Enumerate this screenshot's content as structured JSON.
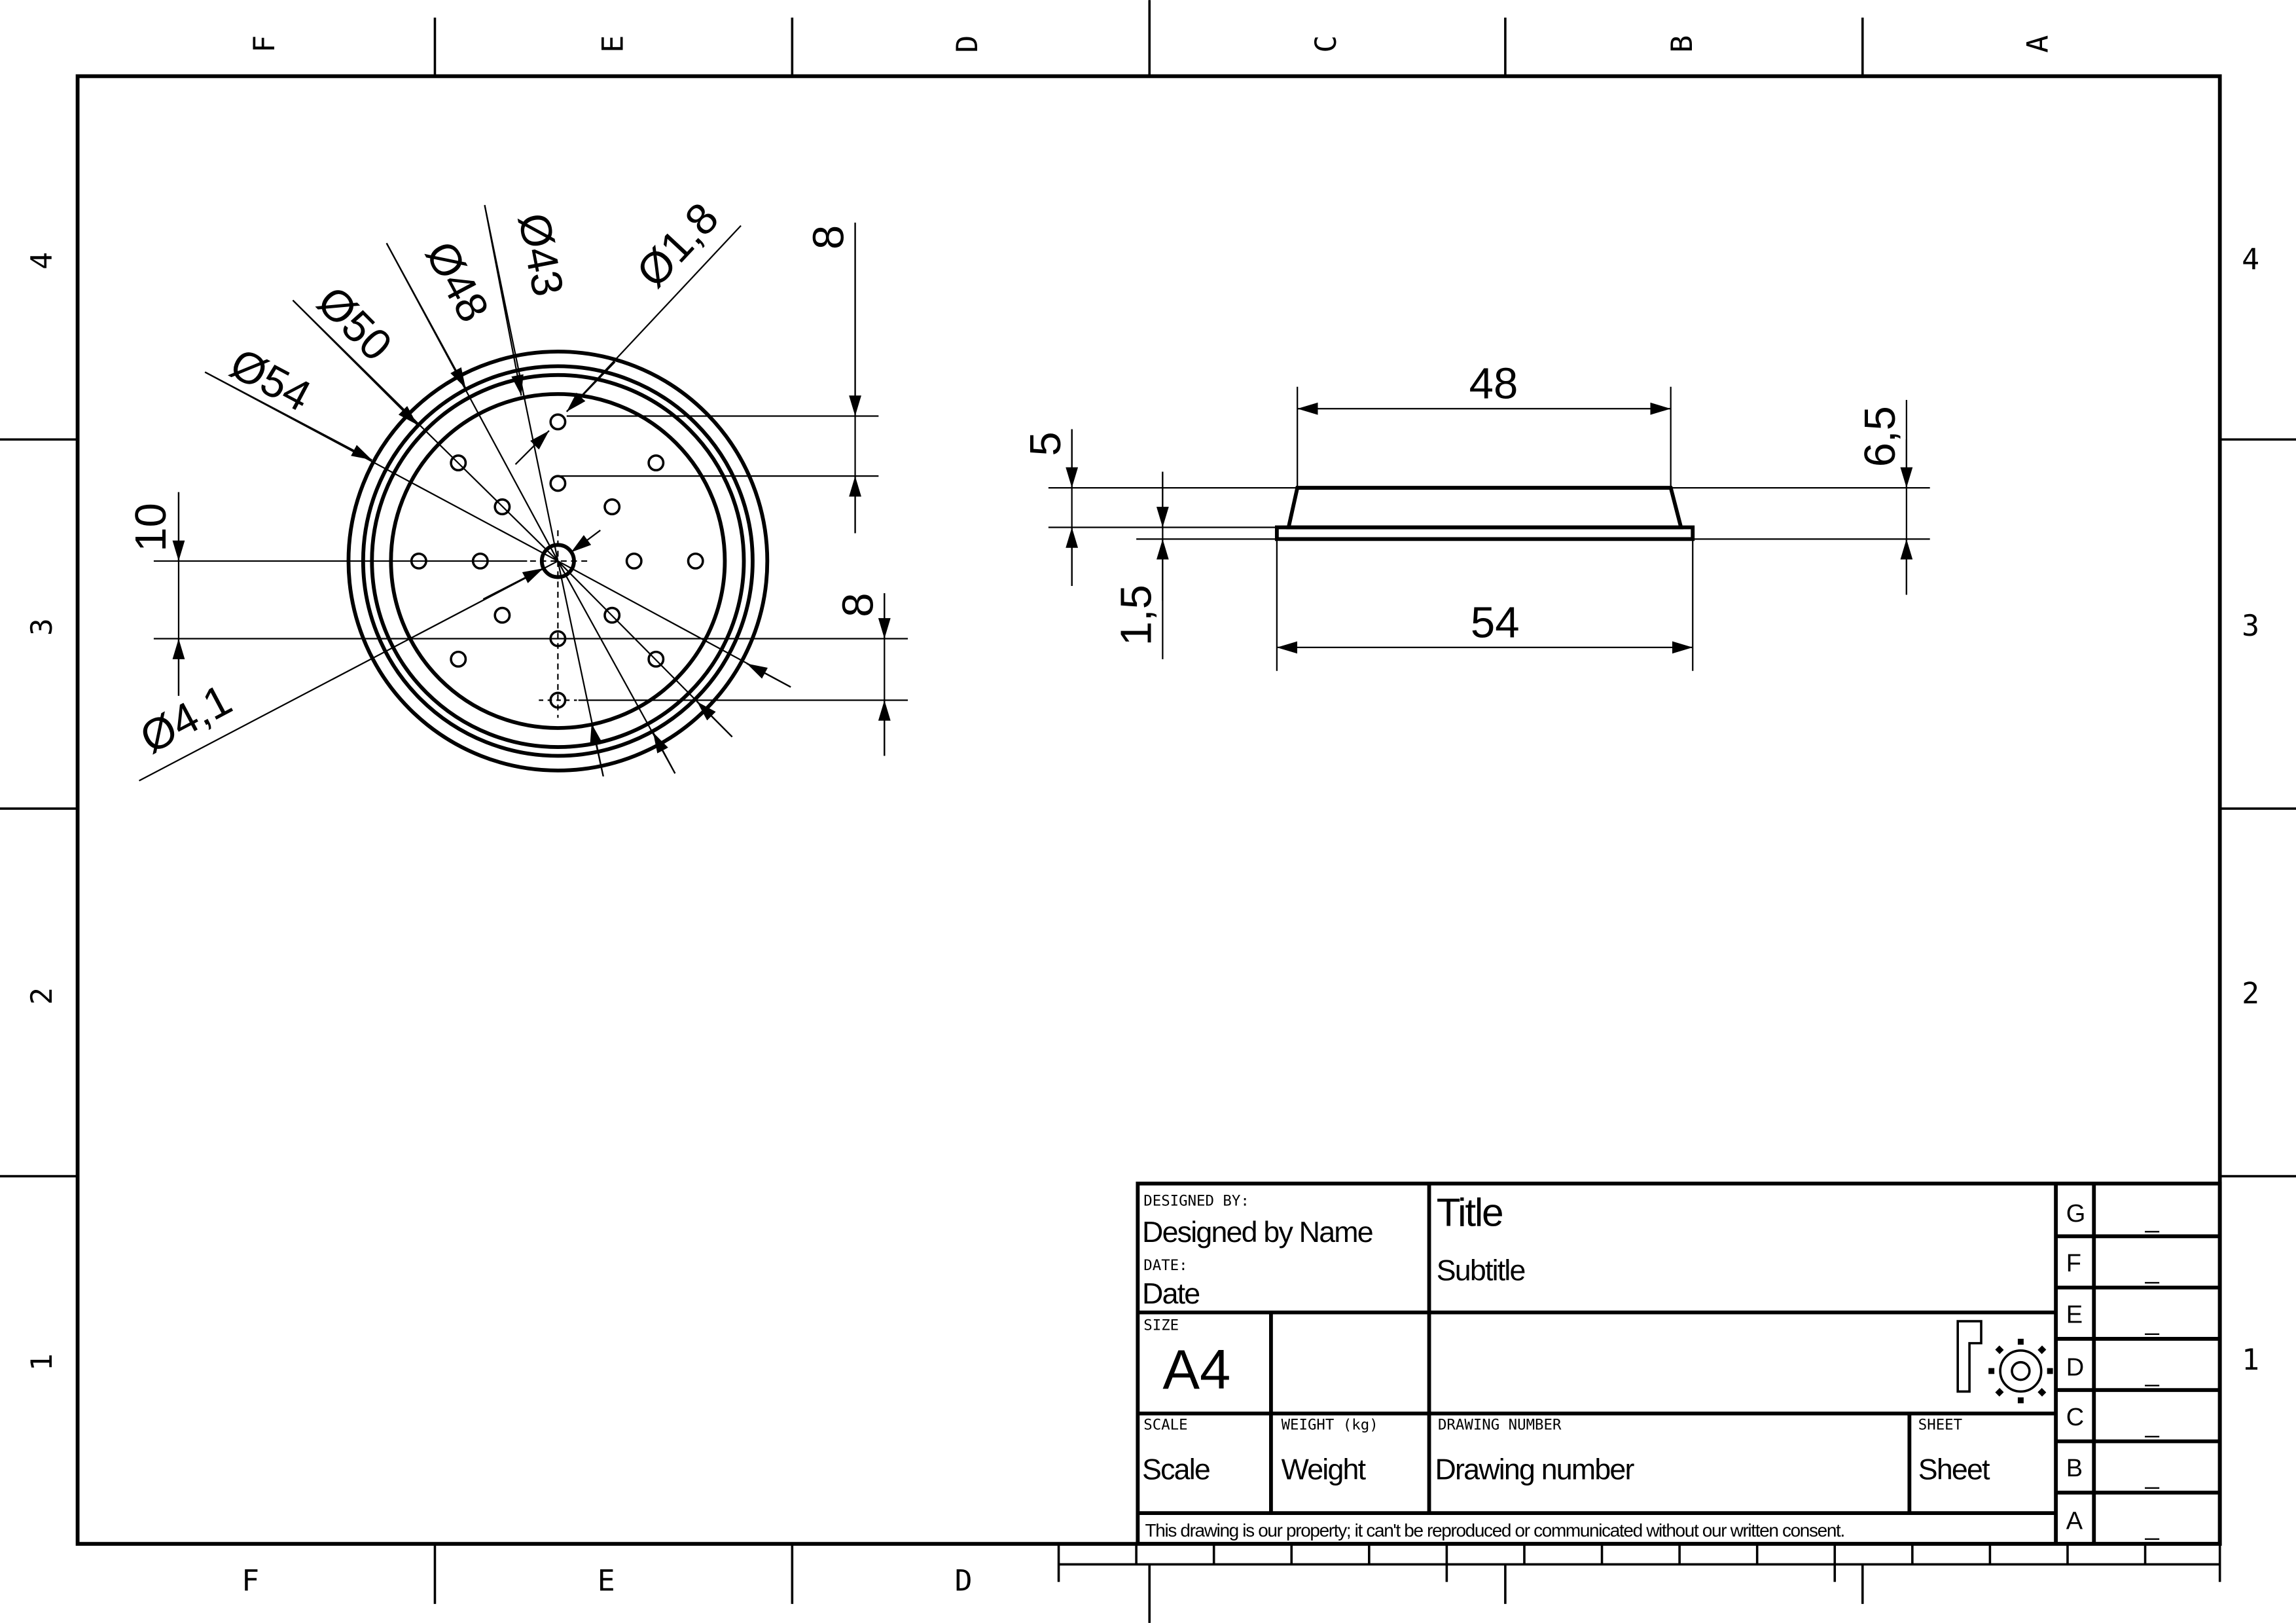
{
  "frame": {
    "zones_top": [
      "F",
      "E",
      "D",
      "C",
      "B",
      "A"
    ],
    "zones_bottom": [
      "F",
      "E",
      "D"
    ],
    "zones_left": [
      "4",
      "3",
      "2",
      "1"
    ],
    "zones_right": [
      "4",
      "3",
      "2",
      "1"
    ]
  },
  "front_view": {
    "dims": {
      "d54": "Ø54",
      "d50": "Ø50",
      "d48": "Ø48",
      "d43": "Ø43",
      "d18": "Ø1,8",
      "d41": "Ø4,1",
      "v10": "10",
      "v8a": "8",
      "v8b": "8"
    }
  },
  "side_view": {
    "dims": {
      "w48": "48",
      "w54": "54",
      "h5": "5",
      "h15": "1,5",
      "h65": "6,5"
    }
  },
  "title_block": {
    "designed_by_label": "DESIGNED BY:",
    "designed_by": "Designed by Name",
    "date_label": "DATE:",
    "date": "Date",
    "title": "Title",
    "subtitle": "Subtitle",
    "size_label": "SIZE",
    "size": "A4",
    "scale_label": "SCALE",
    "scale": "Scale",
    "weight_label": "WEIGHT (kg)",
    "weight": "Weight",
    "drawing_number_label": "DRAWING NUMBER",
    "drawing_number": "Drawing number",
    "sheet_label": "SHEET",
    "sheet": "Sheet",
    "notice": "This drawing is our property; it can't be reproduced or communicated without our written consent.",
    "revisions": [
      {
        "letter": "G",
        "value": "_"
      },
      {
        "letter": "F",
        "value": "_"
      },
      {
        "letter": "E",
        "value": "_"
      },
      {
        "letter": "D",
        "value": "_"
      },
      {
        "letter": "C",
        "value": "_"
      },
      {
        "letter": "B",
        "value": "_"
      },
      {
        "letter": "A",
        "value": "_"
      }
    ]
  }
}
